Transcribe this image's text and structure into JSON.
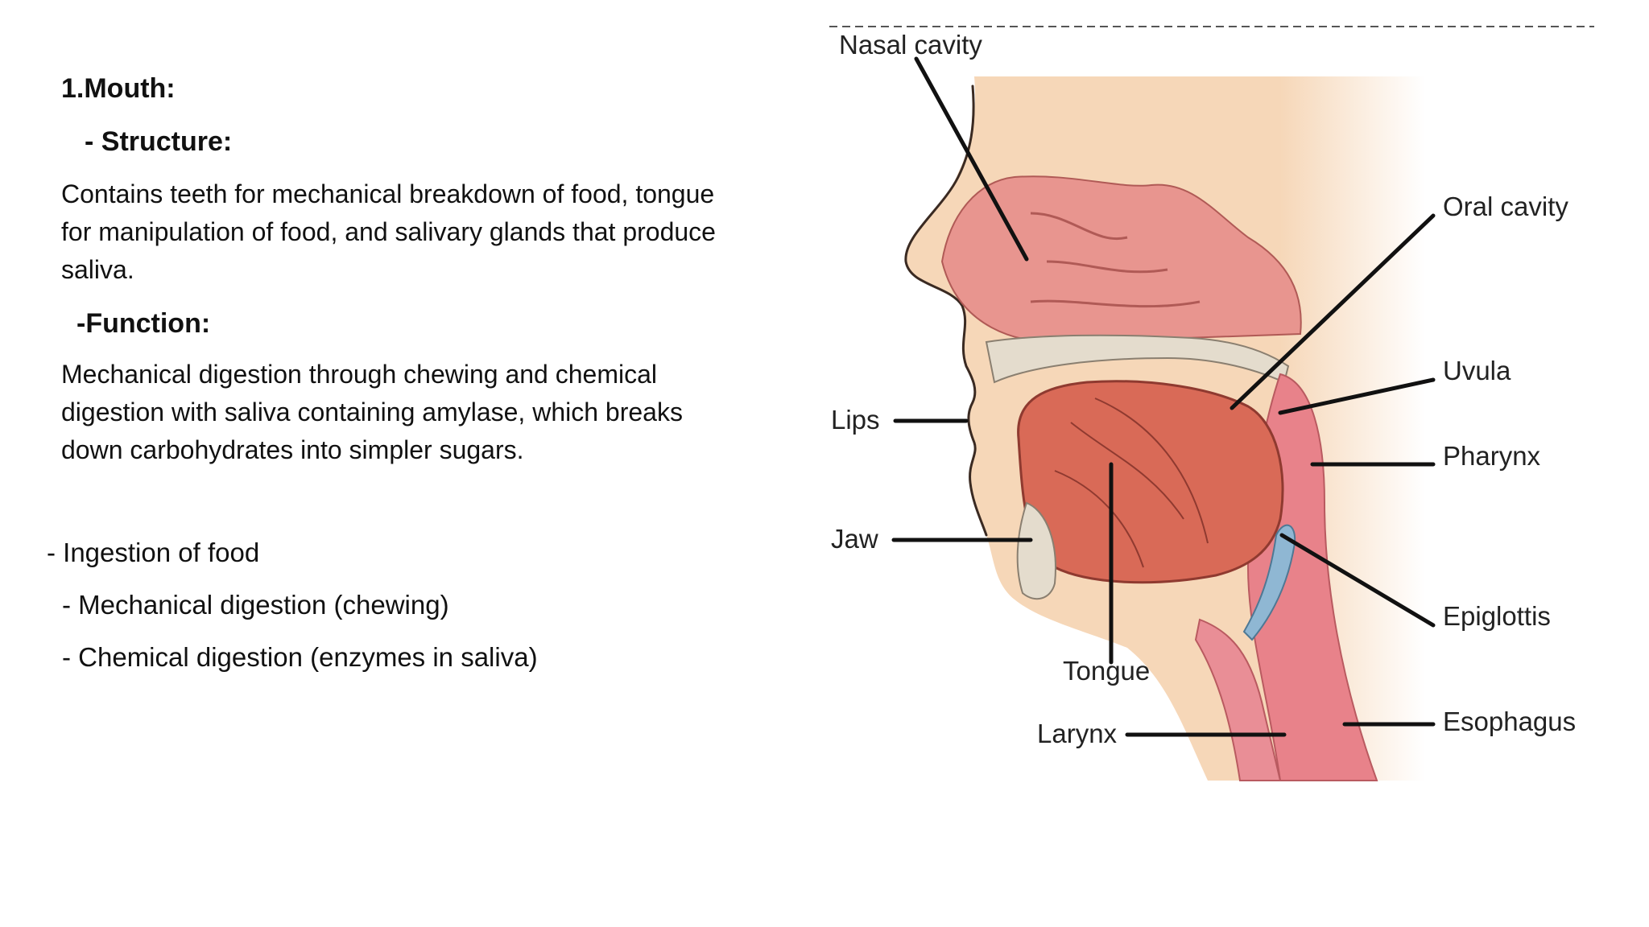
{
  "text": {
    "heading": "1.Mouth:",
    "structure_heading": "- Structure:",
    "structure_body": "Contains teeth for mechanical breakdown of food, tongue for manipulation of food, and salivary glands that produce saliva.",
    "function_heading": "-Function:",
    "function_body": "Mechanical digestion through chewing and chemical digestion with saliva containing amylase, which breaks down carbohydrates into simpler sugars.",
    "bullets": [
      "- Ingestion of food",
      "- Mechanical digestion (chewing)",
      "- Chemical digestion (enzymes in saliva)"
    ]
  },
  "diagram": {
    "labels": {
      "nasal_cavity": "Nasal cavity",
      "oral_cavity": "Oral cavity",
      "uvula": "Uvula",
      "pharynx": "Pharynx",
      "lips": "Lips",
      "jaw": "Jaw",
      "epiglottis": "Epiglottis",
      "tongue": "Tongue",
      "larynx": "Larynx",
      "esophagus": "Esophagus"
    },
    "colors": {
      "skin": "#f6d7b8",
      "nasal": "#e8958f",
      "tongue": "#d96a57",
      "pharynx": "#e8828a",
      "bone": "#e4dccd",
      "epiglottis": "#8fb7d3"
    }
  }
}
